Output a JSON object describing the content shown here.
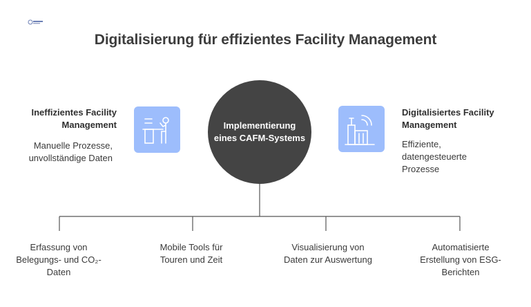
{
  "title": "Digitalisierung für effizientes Facility Management",
  "center": {
    "line1": "Implementierung",
    "line2": "eines CAFM-Systems"
  },
  "left": {
    "title_line1": "Ineffizientes Facility",
    "title_line2": "Management",
    "desc_line1": "Manuelle Prozesse,",
    "desc_line2": "unvollständige Daten",
    "icon": "desk-person-icon"
  },
  "right": {
    "title_line1": "Digitalisiertes Facility",
    "title_line2": "Management",
    "desc_line1": "Effiziente,",
    "desc_line2": "datengesteuerte",
    "desc_line3": "Prozesse",
    "icon": "smart-building-icon"
  },
  "branches": [
    {
      "line1": "Erfassung von",
      "line2": "Belegungs- und CO₂-",
      "line3": "Daten"
    },
    {
      "line1": "Mobile Tools für",
      "line2": "Touren und Zeit"
    },
    {
      "line1": "Visualisierung von",
      "line2": "Daten zur Auswertung"
    },
    {
      "line1": "Automatisierte",
      "line2": "Erstellung von ESG-",
      "line3": "Berichten"
    }
  ],
  "colors": {
    "accent_box": "#9dbdfc",
    "circle": "#444444",
    "line": "#555555"
  }
}
